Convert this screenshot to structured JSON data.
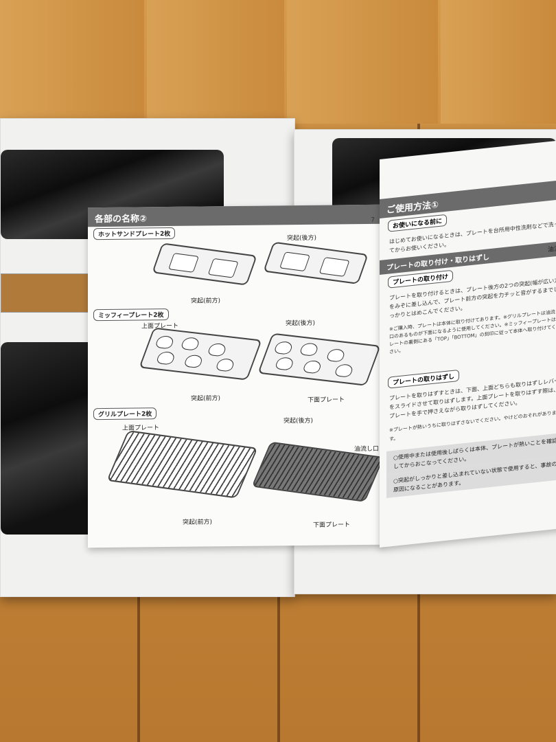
{
  "manual_left": {
    "section_header": "各部の名称②",
    "page_number": "7",
    "hotsand": {
      "title": "ホットサンドプレート2枚",
      "label_rear": "突起(後方)",
      "label_front": "突起(前方)"
    },
    "miffy": {
      "title": "ミッフィープレート2枚",
      "label_upper": "上面プレート",
      "label_rear": "突起(後方)",
      "label_front": "突起(前方)",
      "label_lower": "下面プレート"
    },
    "grill": {
      "title": "グリルプレート2枚",
      "label_upper": "上面プレート",
      "label_rear": "突起(後方)",
      "label_drain": "油流し口",
      "label_front": "突起(前方)",
      "label_lower": "下面プレート"
    }
  },
  "manual_right": {
    "section_header": "ご使用方法①",
    "before_use_tag": "お使いになる前に",
    "before_use_text": "はじめてお使いになるときは、プレートを台所用中性洗剤などで洗ってからお使いください。",
    "attach_subheader": "プレートの取り付け・取りはずし",
    "attach_tag": "プレートの取り付け",
    "attach_text": "プレートを取り付けるときは、プレート後方の2つの突起(幅が広い方)をみぞに差し込んで、プレート前方の突起を力チッと音がするまでしっかりとはめこんでください。",
    "attach_notes": "※ご購入時、プレートは本体に取り付けてあります。※グリルプレートは油流し口のあるものが下面になるように使用してください。※ミッフィープレートはプレートの裏側にある「TOP」「BOTTOM」の刻印に従って本体へ取り付けてください。",
    "remove_tag": "プレートの取りはずし",
    "remove_text": "プレートを取りはずすときは、下面、上面どちらも取りはずしレバーをスライドさせて取りはずします。上面プレートを取りはずす際は、プレートを手で押さえながら取りはずしてください。",
    "remove_note": "※プレートが熱いうちに取りはずさないでください。やけどのおそれがあります。",
    "warning_1": "○使用中または使用後しばらくは本体、プレートが熱いことを確認してからおこなってください。",
    "warning_2": "○突起がしっかりと差し込まれていない状態で使用すると、事故の原因になることがあります。",
    "edge_label": "油流"
  }
}
